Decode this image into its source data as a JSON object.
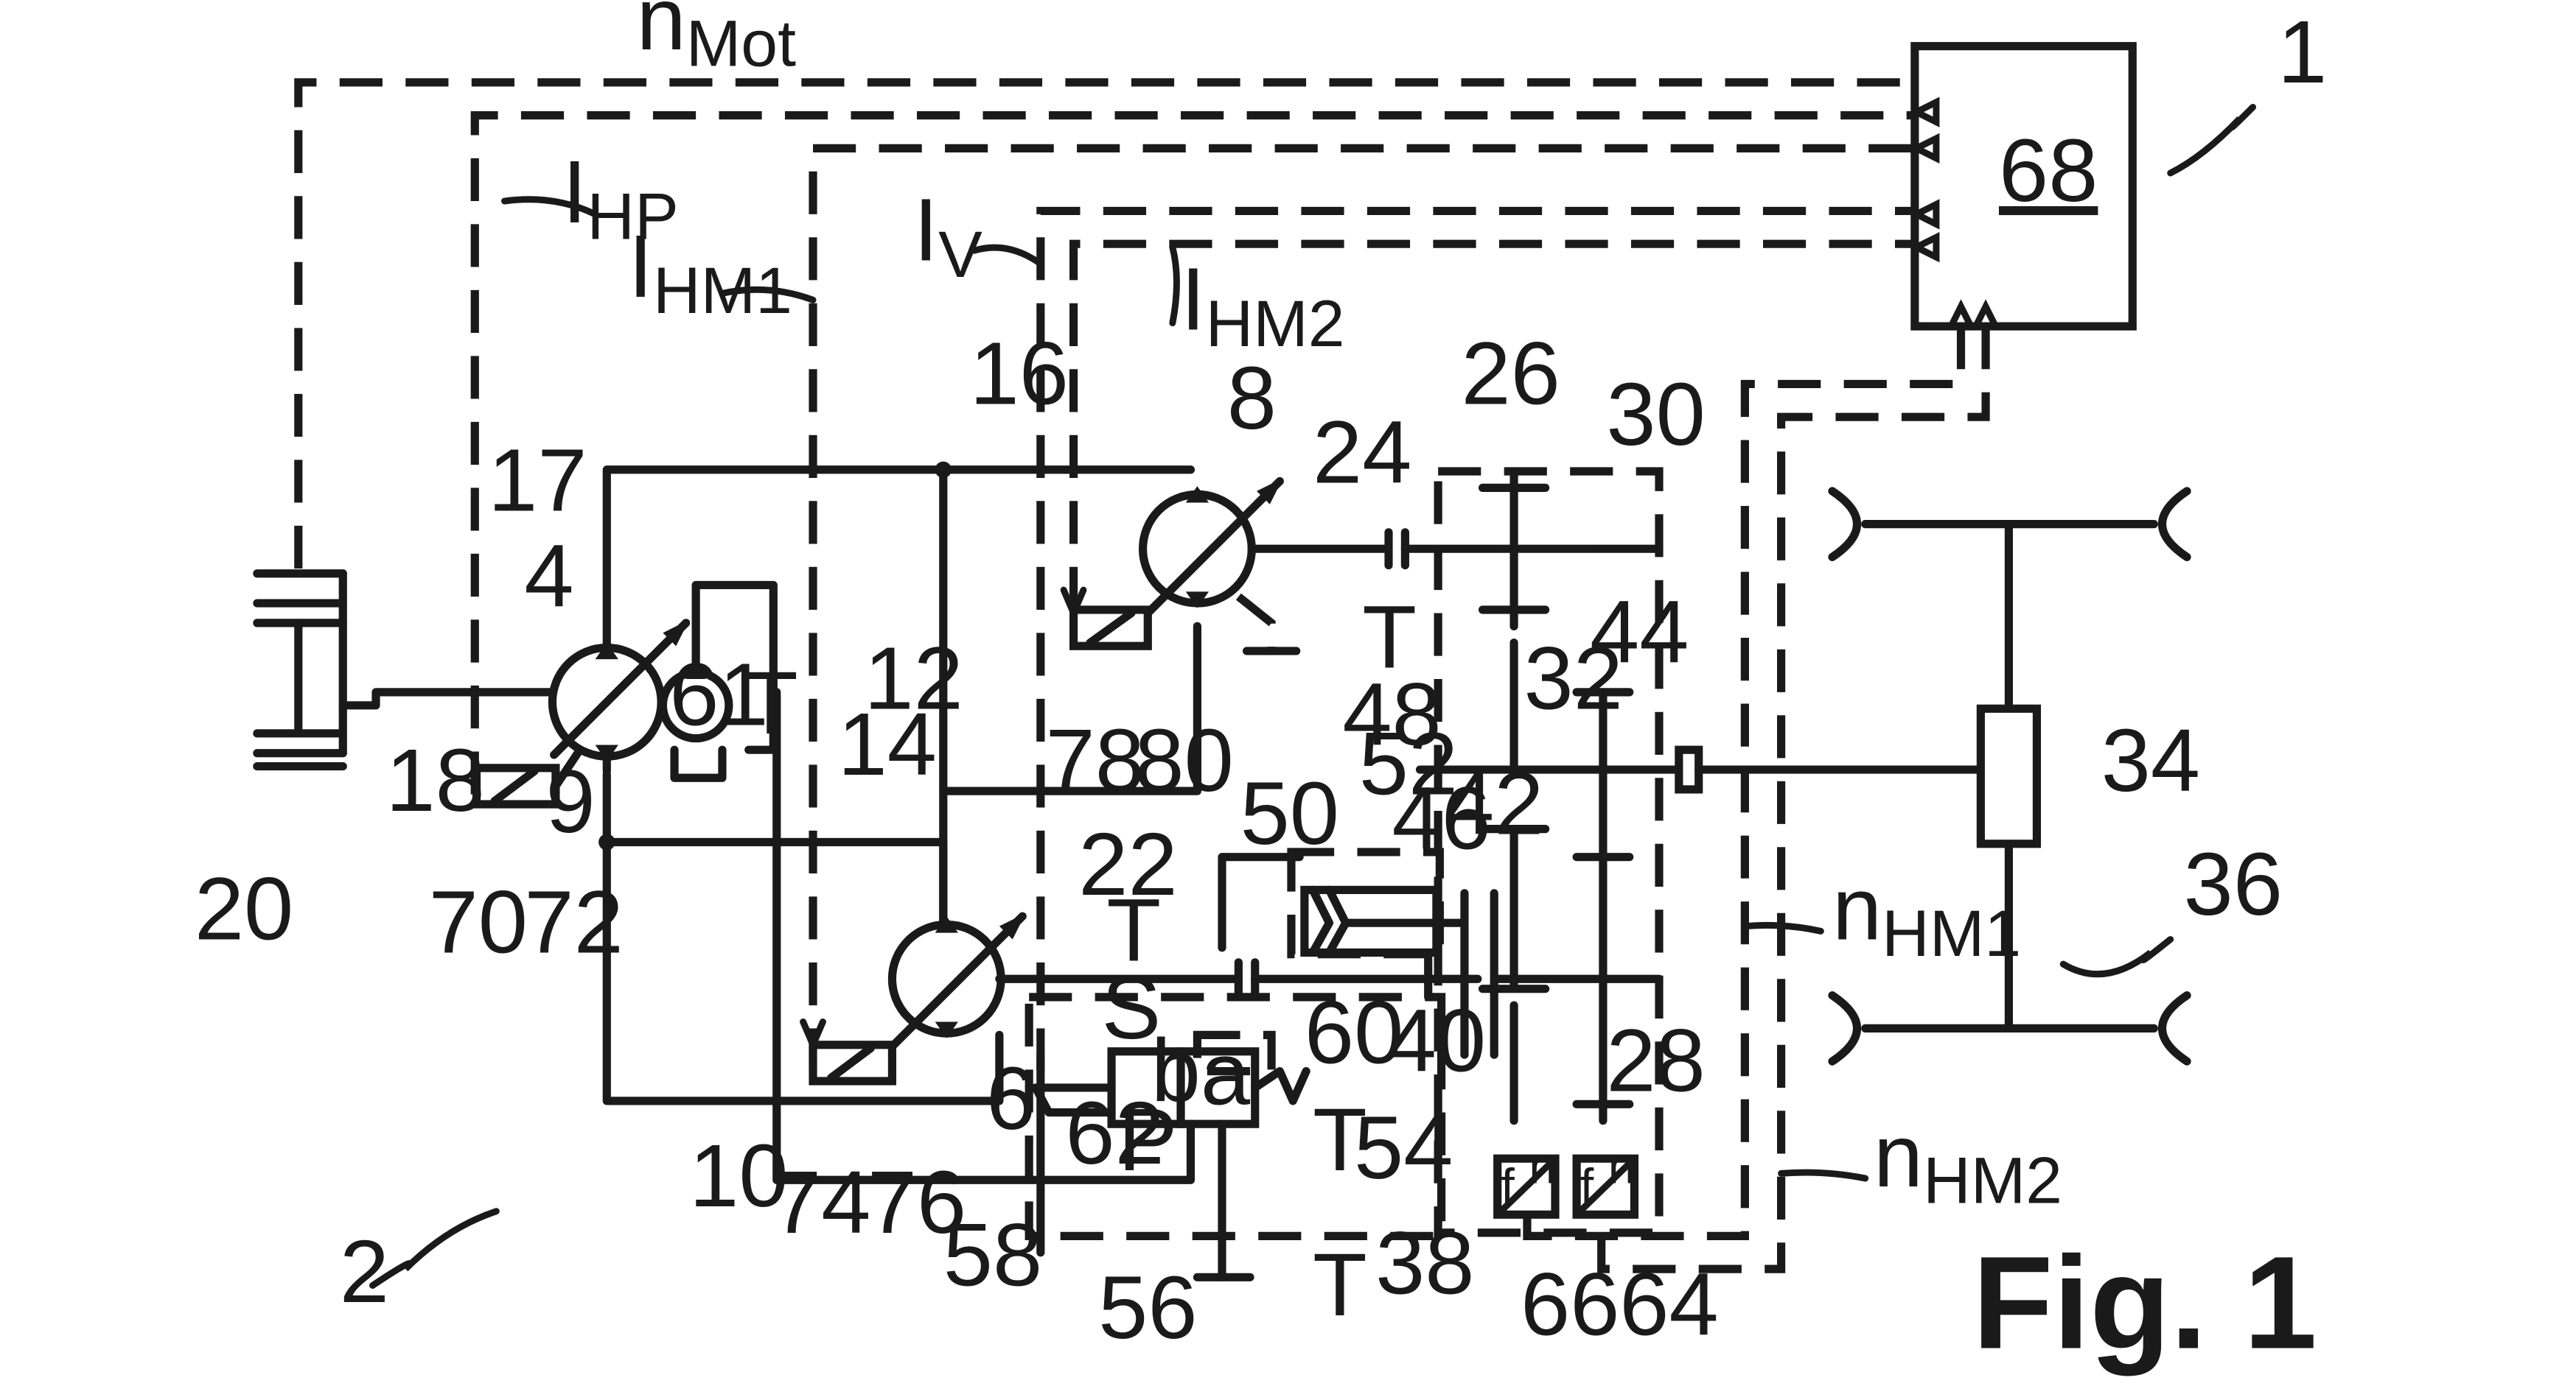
{
  "figure_title": "Fig. 1",
  "controller": {
    "ref": "68"
  },
  "signals": [
    {
      "main": "n",
      "sub": "Mot"
    },
    {
      "main": "I",
      "sub": "HP"
    },
    {
      "main": "I",
      "sub": "HM1"
    },
    {
      "main": "I",
      "sub": "V"
    },
    {
      "main": "I",
      "sub": "HM2"
    },
    {
      "main": "n",
      "sub": "HM1"
    },
    {
      "main": "n",
      "sub": "HM2"
    }
  ],
  "valve_positions": {
    "a": "a",
    "b": "b"
  },
  "port_letters": {
    "S": "S",
    "P": "P",
    "T": "T"
  },
  "sensor_letters": {
    "f": "f",
    "n": "n"
  },
  "reference_numerals": [
    "1",
    "2",
    "4",
    "6",
    "8",
    "9",
    "10",
    "12",
    "14",
    "16",
    "17",
    "18",
    "20",
    "22",
    "24",
    "26",
    "28",
    "30",
    "32",
    "34",
    "36",
    "38",
    "40",
    "42",
    "44",
    "46",
    "48",
    "50",
    "52",
    "54",
    "56",
    "58",
    "60",
    "61",
    "62",
    "64",
    "66",
    "68",
    "70",
    "72",
    "74",
    "76",
    "78",
    "80"
  ]
}
